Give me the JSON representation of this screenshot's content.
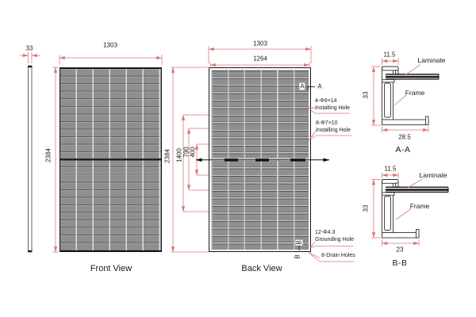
{
  "diagram": {
    "side_view": {
      "thickness": "33"
    },
    "front_view": {
      "width": "1303",
      "height": "2384",
      "label": "Front View"
    },
    "back_view": {
      "width_outer": "1303",
      "width_inner": "1264",
      "height": "2384",
      "dim_1400": "1400",
      "dim_790": "790",
      "dim_400": "400",
      "label": "Back View",
      "section_a_marker": "A",
      "section_b_marker": "B",
      "callout_installing_top_spec": "4-Φ9×14",
      "callout_installing_top_name": "Installing Hole",
      "callout_installing_mid_spec": "8-Φ7×10",
      "callout_installing_mid_name": "Installing Hole",
      "callout_grounding_spec": "12-Φ4.3",
      "callout_grounding_name": "Grounding Hole",
      "callout_drain_name": "8-Drain Holes"
    },
    "section_aa": {
      "caption": "A-A",
      "top_width": "11.5",
      "height": "33",
      "bottom_width": "28.5",
      "laminate_label": "Laminate",
      "frame_label": "Frame"
    },
    "section_bb": {
      "caption": "B-B",
      "top_width": "11.5",
      "height": "33",
      "bottom_width": "23",
      "laminate_label": "Laminate",
      "frame_label": "Frame"
    },
    "colors": {
      "dimension_line": "#d97a7a",
      "text": "#1a1a1a",
      "cell_gray": "#8f8f8f"
    }
  }
}
